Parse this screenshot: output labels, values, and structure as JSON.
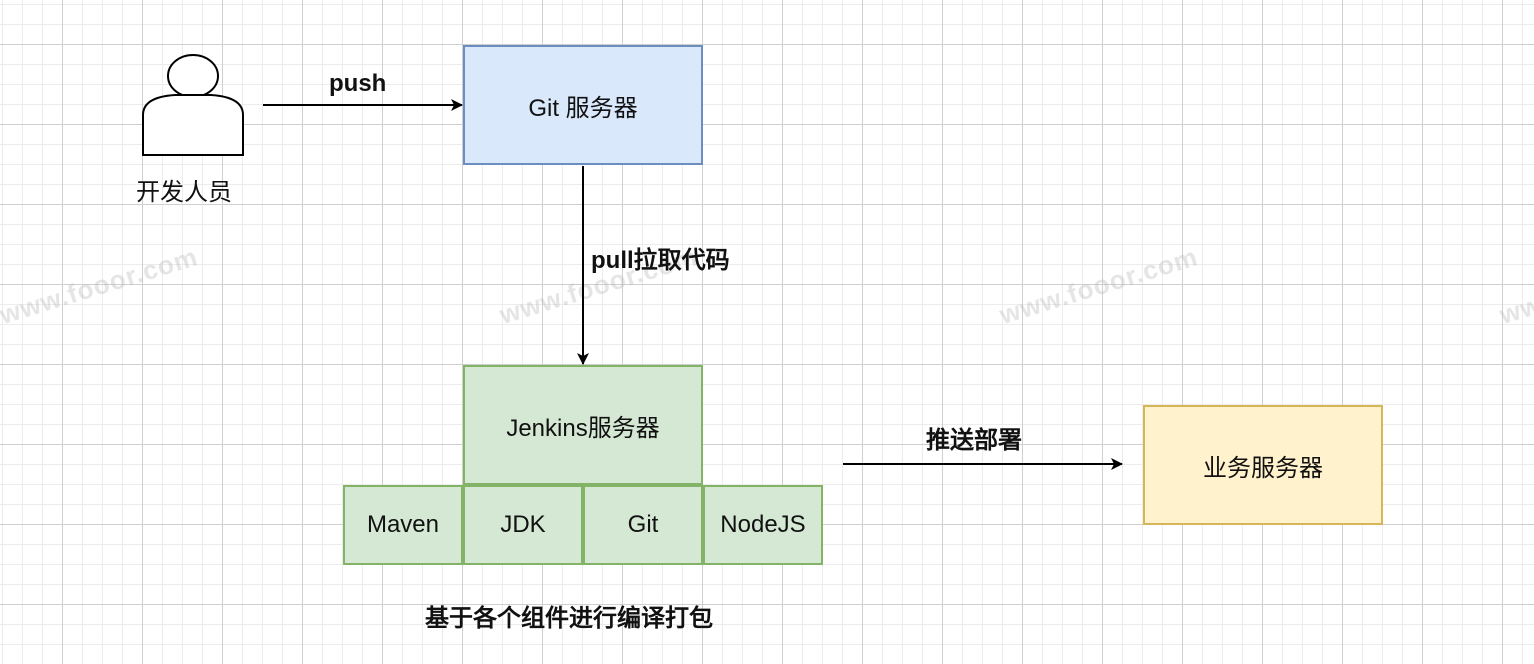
{
  "diagram": {
    "actor": {
      "label": "开发人员"
    },
    "edges": {
      "push": "push",
      "pull": "pull拉取代码",
      "deploy": "推送部署"
    },
    "nodes": {
      "git_server": "Git 服务器",
      "jenkins_server": "Jenkins服务器",
      "business_server": "业务服务器"
    },
    "components": [
      "Maven",
      "JDK",
      "Git",
      "NodeJS"
    ],
    "caption": "基于各个组件进行编译打包",
    "colors": {
      "git_fill": "#dae8fc",
      "git_stroke": "#6c8ebf",
      "jenkins_fill": "#d5e8d4",
      "jenkins_stroke": "#82b366",
      "business_fill": "#fff2cc",
      "business_stroke": "#d6b656"
    }
  },
  "watermark": "www.fooor.com"
}
